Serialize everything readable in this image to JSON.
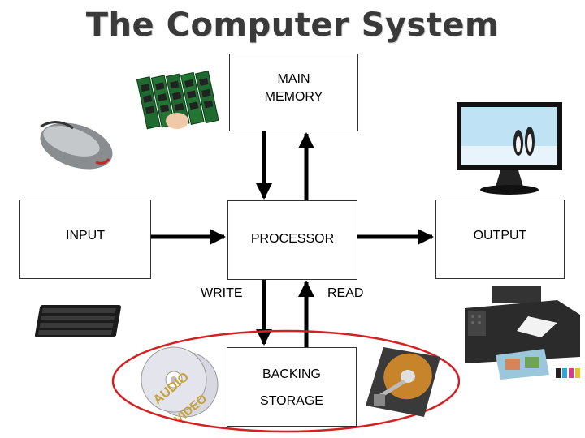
{
  "title": "The Computer System",
  "boxes": {
    "main_memory": [
      "MAIN",
      "MEMORY"
    ],
    "processor": "PROCESSOR",
    "input": "INPUT",
    "output": "OUTPUT",
    "backing_storage": [
      "BACKING",
      "STORAGE"
    ]
  },
  "labels": {
    "write": "WRITE",
    "read": "READ"
  },
  "disc_text": {
    "audio": "AUDIO",
    "video": "VIDEO"
  },
  "colors": {
    "arrow": "#000000",
    "highlight_ellipse": "#d42020"
  },
  "pictures": [
    "ram-modules",
    "mouse",
    "monitor",
    "keyboard",
    "printer",
    "cd-discs",
    "hard-drive"
  ]
}
